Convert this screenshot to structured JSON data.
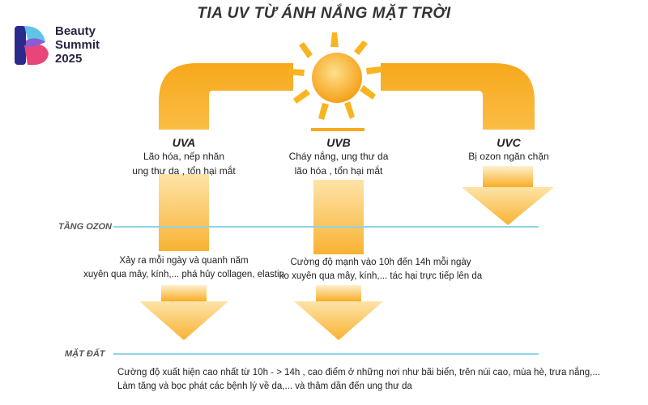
{
  "title": "TIA UV TỪ ÁNH NẮNG MẶT TRỜI",
  "logo": {
    "line1": "Beauty",
    "line2": "Summit",
    "line3": "2025",
    "colors": [
      "#2a2a8c",
      "#e8457a",
      "#5fc4e8",
      "#8a5cd6"
    ]
  },
  "colors": {
    "orange": "#f7a81b",
    "orange_light": "#fde2a0",
    "sun_core": "#f9a21a",
    "line": "#8fd3e6"
  },
  "rays": [
    {
      "name": "UVA",
      "effect_line1": "Lão hóa, nếp nhăn",
      "effect_line2": "ung thư da , tổn hại mắt"
    },
    {
      "name": "UVB",
      "effect_line1": "Cháy nắng, ung thư da",
      "effect_line2": "lão hóa , tổn hại mắt"
    },
    {
      "name": "UVC",
      "effect_line1": "Bị ozon ngăn chặn",
      "effect_line2": ""
    }
  ],
  "layers": {
    "ozone": "TẦNG OZON",
    "ground": "MẶT ĐẤT"
  },
  "notes": {
    "uva_line1": "Xảy ra mỗi ngày và quanh năm",
    "uva_line2": "xuyên qua mây, kính,... phá hủy collagen, elastin",
    "uvb_line1": "Cường độ mạnh vào 10h đến 14h mỗi ngày",
    "uvb_line2": "ko xuyên qua mây, kính,... tác hại trực tiếp lên da"
  },
  "ground_text": {
    "line1": "Cường độ xuất hiện cao nhất từ 10h - > 14h , cao điểm ở những nơi như bãi biển, trên núi cao, mùa hè, trưa nắng,...",
    "line2": "Làm tăng và bọc phát các bệnh lý về da,... và thâm dần đến ung thư da"
  }
}
